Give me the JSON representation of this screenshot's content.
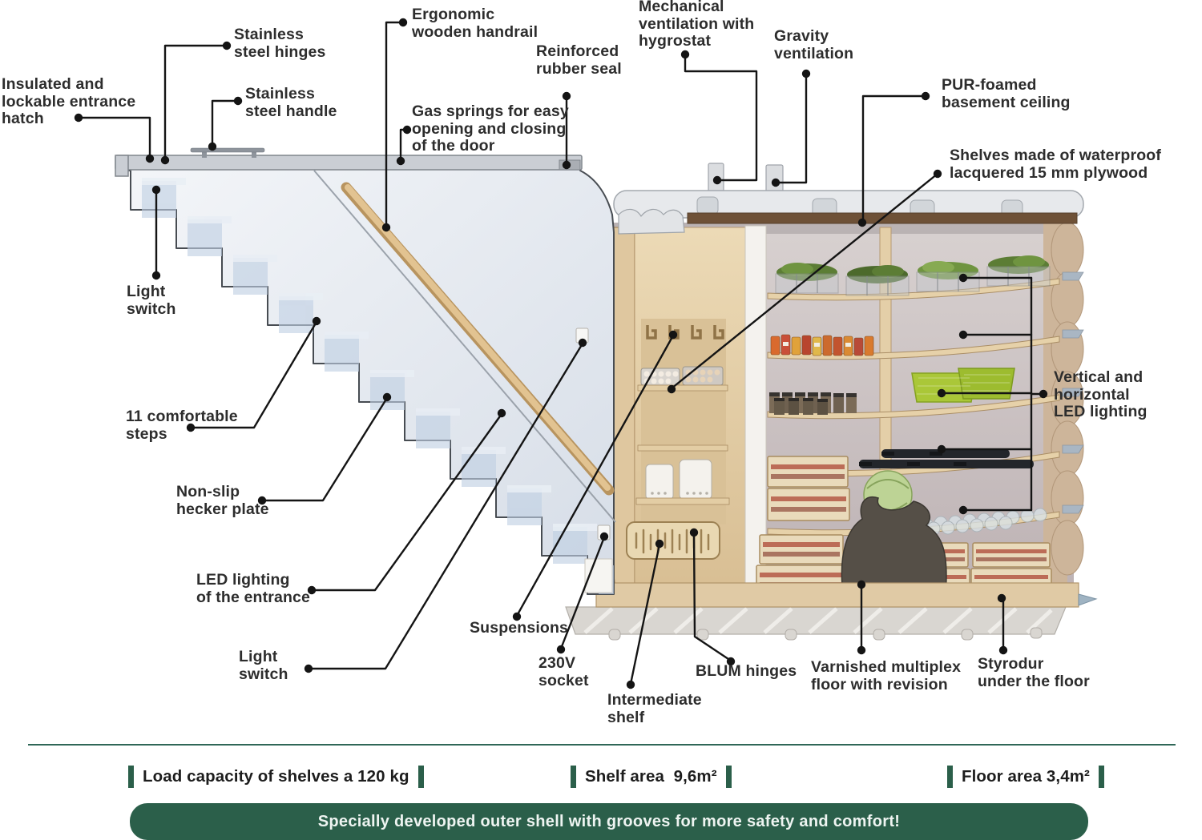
{
  "callouts": [
    {
      "id": "insulated-entrance-hatch",
      "text": "Insulated and\nlockable entrance\nhatch"
    },
    {
      "id": "stainless-steel-hinges",
      "text": "Stainless\nsteel hinges"
    },
    {
      "id": "stainless-steel-handle",
      "text": "Stainless\nsteel handle"
    },
    {
      "id": "ergonomic-wooden-handrail",
      "text": "Ergonomic\nwooden handrail"
    },
    {
      "id": "gas-springs",
      "text": "Gas springs for easy\nopening and closing\nof the door"
    },
    {
      "id": "reinforced-rubber-seal",
      "text": "Reinforced\nrubber seal"
    },
    {
      "id": "mechanical-ventilation",
      "text": "Mechanical\nventilation with\nhygrostat"
    },
    {
      "id": "gravity-ventilation",
      "text": "Gravity\nventilation"
    },
    {
      "id": "pur-foamed-ceiling",
      "text": "PUR-foamed\nbasement ceiling"
    },
    {
      "id": "waterproof-shelves",
      "text": "Shelves made of waterproof\nlacquered 15 mm plywood"
    },
    {
      "id": "vertical-horizontal-led",
      "text": "Vertical and horizontal\nLED lighting"
    },
    {
      "id": "light-switch-top",
      "text": "Light\nswitch"
    },
    {
      "id": "comfortable-steps",
      "text": "11 comfortable\nsteps"
    },
    {
      "id": "non-slip-hecker-plate",
      "text": "Non-slip\nhecker plate"
    },
    {
      "id": "led-lighting-entrance",
      "text": "LED lighting\nof the entrance"
    },
    {
      "id": "light-switch-bottom",
      "text": "Light\nswitch"
    },
    {
      "id": "suspensions",
      "text": "Suspensions"
    },
    {
      "id": "socket-230v",
      "text": "230V\nsocket"
    },
    {
      "id": "intermediate-shelf",
      "text": "Intermediate\nshelf"
    },
    {
      "id": "blum-hinges",
      "text": "BLUM hinges"
    },
    {
      "id": "varnished-multiplex-floor",
      "text": "Varnished multiplex\nfloor with revision"
    },
    {
      "id": "styrodur-under-floor",
      "text": "Styrodur\nunder the floor"
    }
  ],
  "stats": [
    {
      "label": "Load capacity of shelves a 120 kg"
    },
    {
      "label": "Shelf area  9,6m²"
    },
    {
      "label": "Floor area 3,4m²"
    }
  ],
  "banner": {
    "text": "Specially developed outer shell with grooves for more safety and comfort!"
  },
  "colors": {
    "accent_green": "#2b5f4a",
    "divider_green": "#2f6757",
    "leader_line": "#141414"
  }
}
